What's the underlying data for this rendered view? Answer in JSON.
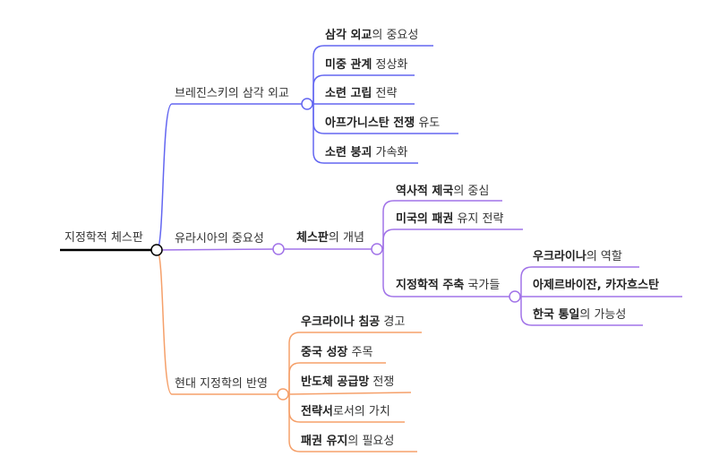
{
  "colors": {
    "root": "#000000",
    "branch1": "#6366f1",
    "branch2": "#a173e8",
    "branch3": "#f5a06a"
  },
  "root": {
    "label": "지정학적 체스판"
  },
  "branch1": {
    "label": "브레진스키의 삼각 외교",
    "children": [
      {
        "bold": "삼각 외교",
        "rest": "의 중요성"
      },
      {
        "bold": "미중 관계",
        "rest": " 정상화"
      },
      {
        "bold": "소련 고립",
        "rest": " 전략"
      },
      {
        "bold": "아프가니스탄 전쟁",
        "rest": " 유도"
      },
      {
        "bold": "소련 붕괴",
        "rest": " 가속화"
      }
    ]
  },
  "branch2": {
    "label": "유라시아의 중요성",
    "sub": {
      "bold": "체스판",
      "rest": "의 개념",
      "children": [
        {
          "bold": "역사적 제국",
          "rest": "의 중심"
        },
        {
          "bold": "미국의 패권",
          "rest": " 유지 전략"
        },
        {
          "bold": "지정학적 주축",
          "rest": " 국가들",
          "children": [
            {
              "bold": "우크라이나",
              "rest": "의 역할"
            },
            {
              "bold": "아제르바이잔, 카자흐스탄",
              "rest": ""
            },
            {
              "bold": "한국 통일",
              "rest": "의 가능성"
            }
          ]
        }
      ]
    }
  },
  "branch3": {
    "label": "현대 지정학의 반영",
    "children": [
      {
        "bold": "우크라이나 침공",
        "rest": " 경고"
      },
      {
        "bold": "중국 성장",
        "rest": " 주목"
      },
      {
        "bold": "반도체 공급망",
        "rest": " 전쟁"
      },
      {
        "bold": "전략서",
        "rest": "로서의 가치"
      },
      {
        "bold": "패권 유지",
        "rest": "의 필요성"
      }
    ]
  }
}
